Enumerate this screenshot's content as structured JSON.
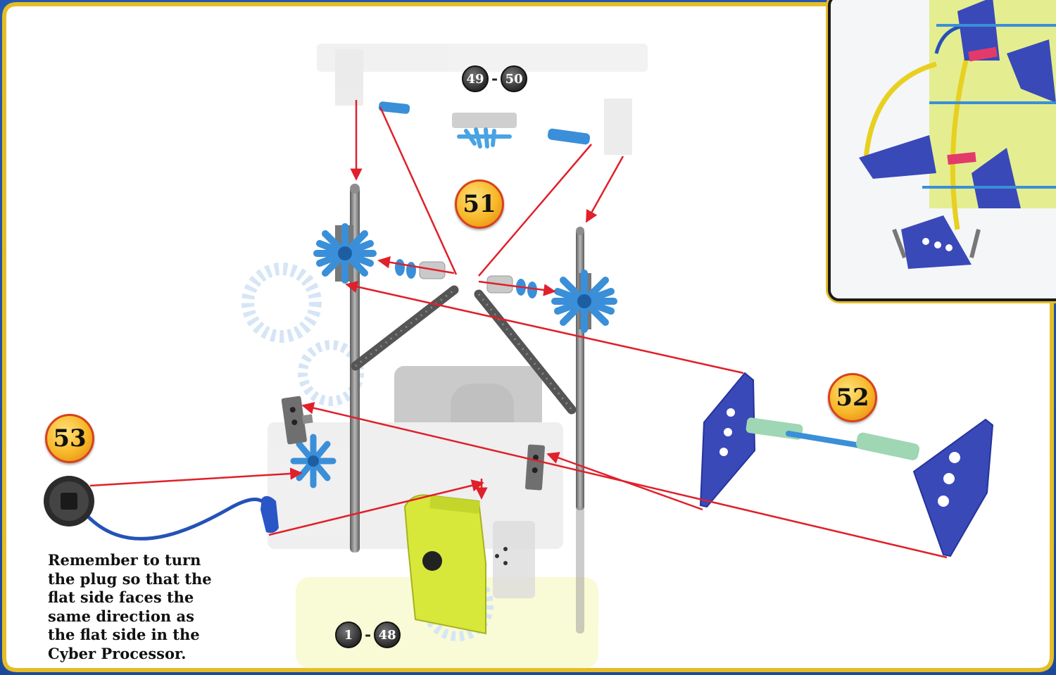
{
  "steps": {
    "step_51": "51",
    "step_52": "52",
    "step_53": "53"
  },
  "ranges": {
    "top": {
      "from": "49",
      "sep": "-",
      "to": "50"
    },
    "bottom": {
      "from": "1",
      "sep": "-",
      "to": "48"
    }
  },
  "note": {
    "lines": [
      "Remember to turn",
      "the plug so that the",
      "flat side faces the",
      "same direction as",
      "the flat side in the",
      "Cyber Processor."
    ]
  },
  "colors": {
    "frame_blue": "#1f4fa0",
    "frame_gold": "#e5bd28",
    "arrow_red": "#e0202a",
    "part_blue": "#3a8fd8",
    "part_darkblue": "#3949b8",
    "part_green": "#9fd6b4",
    "processor_yellow": "#d7e83a",
    "rod_gray": "#7c7c7c"
  }
}
